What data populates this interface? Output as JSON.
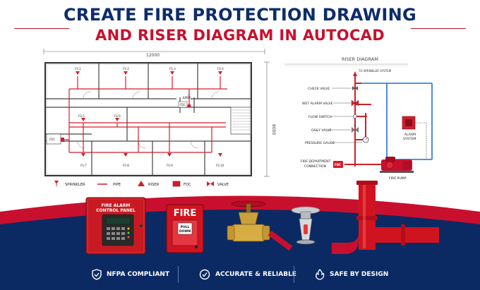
{
  "title": {
    "line1": "CREATE FIRE PROTECTION DRAWING",
    "line2": "AND RISER DIAGRAM IN AUTOCAD"
  },
  "floor_plan": {
    "width_dim": "12000",
    "height_dim": "8000",
    "fdc_label": "FDC",
    "riser_label": "RISER",
    "fdc_box_label": "FDC",
    "top_sprinklers": [
      "FS-1",
      "FS-2",
      "FS-3",
      "FS-4"
    ],
    "mid_sprinklers": [
      "FS-5",
      "FS-6"
    ],
    "bottom_sprinklers": [
      "FS-7",
      "FS-8",
      "FS-9",
      "FS-10"
    ]
  },
  "legend": {
    "sprinkler": "SPRINKLER",
    "pipe": "PIPE",
    "riser": "RISER",
    "fdc": "FDC",
    "valve": "VALVE"
  },
  "riser_diagram": {
    "title": "RISER DIAGRAM",
    "to_system": "TO SPRINKLER SYSTEM",
    "check_valve": "CHECK VALVE",
    "wet_alarm_valve": "WET ALARM VALVE",
    "flow_switch": "FLOW SWITCH",
    "osy_valve": "OS&Y VALVE",
    "pressure_gauge": "PRESSURE GAUGE",
    "fdc_connection_1": "FIRE DEPARTMENT",
    "fdc_connection_2": "CONNECTION",
    "fdc_tag": "FDC",
    "alarm_system_1": "ALARM",
    "alarm_system_2": "SYSTEM",
    "fire_pump": "FIRE PUMP"
  },
  "equipment": {
    "panel_line1": "FIRE ALARM",
    "panel_line2": "CONTROL PANEL",
    "fire_sign": "FIRE",
    "pull_text_1": "PULL",
    "pull_text_2": "DOWN"
  },
  "badges": {
    "nfpa": "NFPA COMPLIANT",
    "accurate": "ACCURATE & RELIABLE",
    "safe": "SAFE BY DESIGN"
  },
  "colors": {
    "navy": "#0d2c6b",
    "red": "#c8102e",
    "pipe_blue": "#1f6fd1"
  }
}
